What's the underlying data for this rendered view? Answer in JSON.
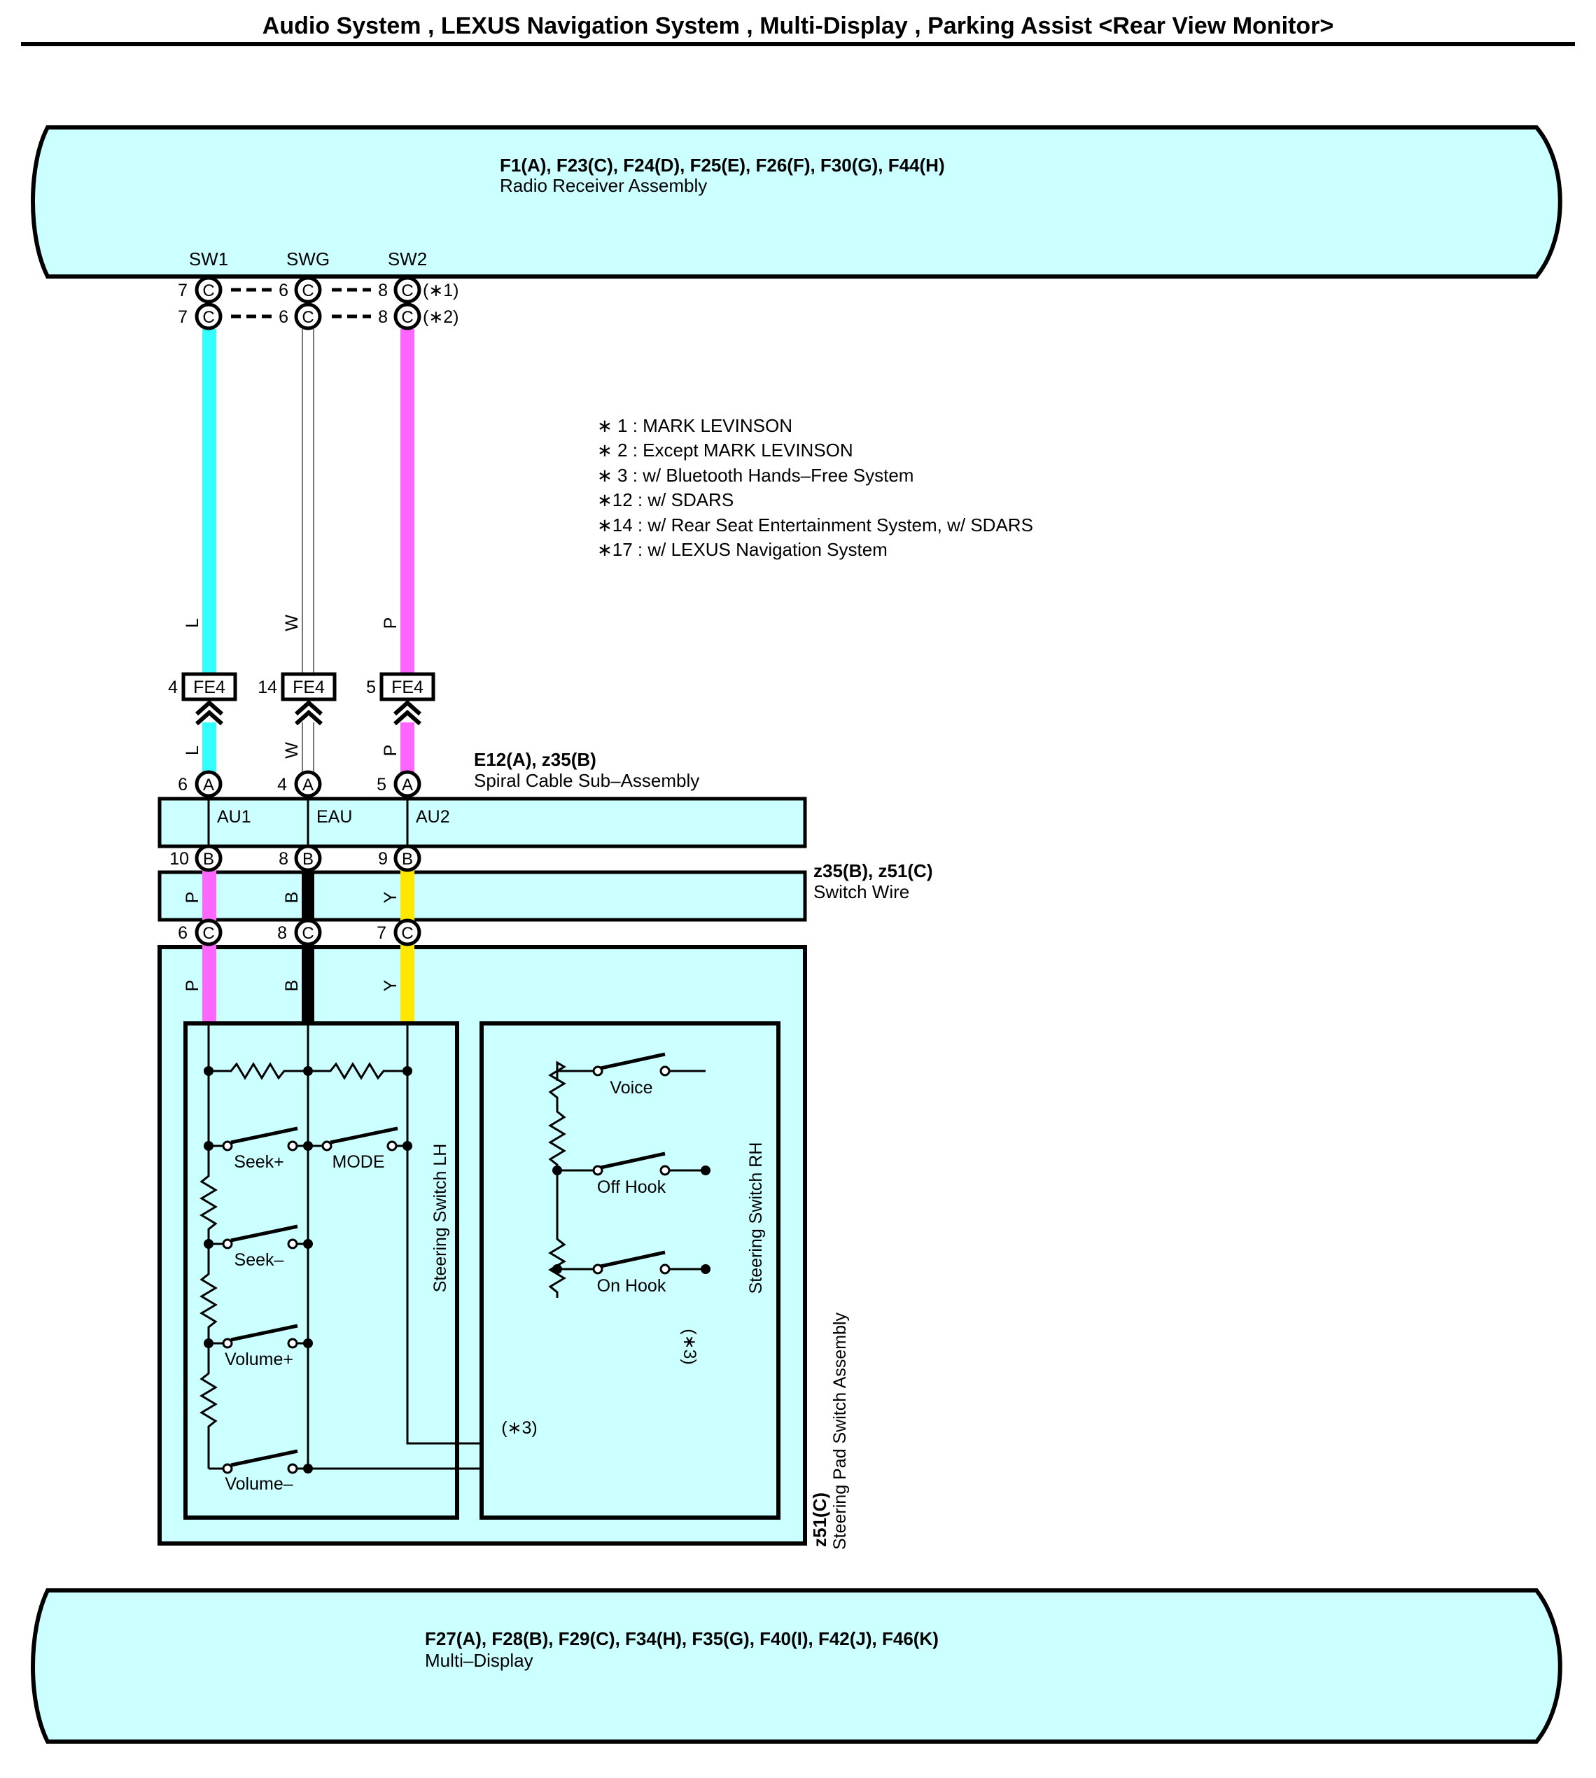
{
  "page_title": "Audio System , LEXUS Navigation System , Multi-Display , Parking Assist <Rear View Monitor>",
  "colors": {
    "panel": "#ccffff",
    "wire_L": "#33ffff",
    "wire_W": "#ffffff",
    "wire_P": "#ff66ff",
    "wire_B": "#000000",
    "wire_Y": "#ffe800"
  },
  "radio_receiver": {
    "codes": "F1(A), F23(C), F24(D), F25(E), F26(F), F30(G), F44(H)",
    "name": "Radio Receiver Assembly",
    "terminals": [
      "SW1",
      "SWG",
      "SW2"
    ],
    "row1": {
      "pins": [
        "7",
        "6",
        "8"
      ],
      "connector": "C",
      "variant": "(∗1)"
    },
    "row2": {
      "pins": [
        "7",
        "6",
        "8"
      ],
      "connector": "C",
      "variant": "(∗2)"
    }
  },
  "notes": [
    "∗ 1 : MARK LEVINSON",
    "∗ 2 : Except MARK LEVINSON",
    "∗ 3 : w/ Bluetooth Hands–Free System",
    "∗12 : w/ SDARS",
    "∗14 : w/ Rear Seat Entertainment System,  w/ SDARS",
    "∗17 : w/ LEXUS Navigation System"
  ],
  "wire_colors_upper": [
    "L",
    "W",
    "P"
  ],
  "junction": {
    "pins": [
      "4",
      "14",
      "5"
    ],
    "name": "FE4"
  },
  "wire_colors_mid": [
    "L",
    "W",
    "P"
  ],
  "spiral_cable": {
    "codes": "E12(A), z35(B)",
    "name": "Spiral Cable Sub–Assembly",
    "a_pins": [
      "6",
      "4",
      "5"
    ],
    "a_connector": "A",
    "terminals": [
      "AU1",
      "EAU",
      "AU2"
    ],
    "b_pins": [
      "10",
      "8",
      "9"
    ],
    "b_connector": "B"
  },
  "switch_wire": {
    "codes": "z35(B), z51(C)",
    "name": "Switch Wire",
    "wire_colors": [
      "P",
      "B",
      "Y"
    ],
    "c_pins": [
      "6",
      "8",
      "7"
    ],
    "c_connector": "C"
  },
  "steering_pad": {
    "wire_colors": [
      "P",
      "B",
      "Y"
    ],
    "lh_title": "Steering Switch LH",
    "rh_title": "Steering Switch RH",
    "switches_lh": [
      "Seek+",
      "MODE",
      "Seek–",
      "Volume+",
      "Volume–"
    ],
    "switches_rh": [
      "Voice",
      "Off Hook",
      "On Hook"
    ],
    "note_rh": "(∗3)",
    "note_bottom": "(∗3)",
    "assembly_code": "z51(C)",
    "assembly_name": "Steering Pad Switch Assembly"
  },
  "multi_display": {
    "codes": "F27(A), F28(B), F29(C), F34(H), F35(G), F40(I), F42(J), F46(K)",
    "name": "Multi–Display"
  }
}
